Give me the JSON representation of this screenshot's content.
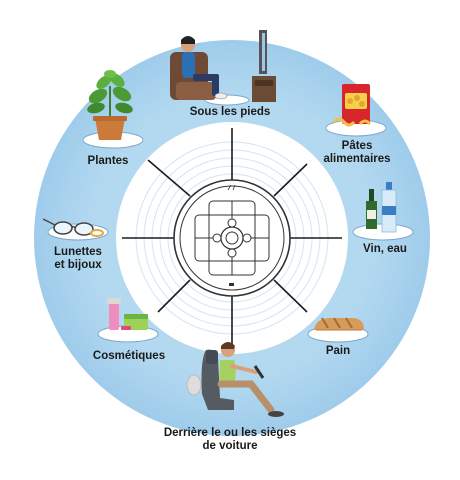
{
  "accent_colors": {
    "ring": "#a6d1ec",
    "ring_dark": "#8cc2e5",
    "inner_disc": "#ffffff",
    "spoke": "#1c1c1c",
    "text": "#1a1a1a"
  },
  "items": [
    {
      "id": "feet",
      "icon": "person-watching-tv-icon",
      "lines": [
        "Sous les pieds"
      ]
    },
    {
      "id": "pasta",
      "icon": "pasta-box-icon",
      "lines": [
        "Pâtes",
        "alimentaires"
      ]
    },
    {
      "id": "wine",
      "icon": "wine-and-water-bottles-icon",
      "lines": [
        "Vin, eau"
      ]
    },
    {
      "id": "bread",
      "icon": "bread-loaf-icon",
      "lines": [
        "Pain"
      ]
    },
    {
      "id": "car",
      "icon": "car-seat-driver-icon",
      "lines": [
        "Derrière le ou les sièges",
        "de voiture"
      ]
    },
    {
      "id": "cosmetics",
      "icon": "cosmetics-icon",
      "lines": [
        "Cosmétiques"
      ]
    },
    {
      "id": "glasses",
      "icon": "glasses-and-jewelry-icon",
      "lines": [
        "Lunettes",
        "et bijoux"
      ]
    },
    {
      "id": "plants",
      "icon": "potted-plant-icon",
      "lines": [
        "Plantes"
      ]
    }
  ],
  "center_device": {
    "icon": "wifi-router-top-view-icon"
  }
}
